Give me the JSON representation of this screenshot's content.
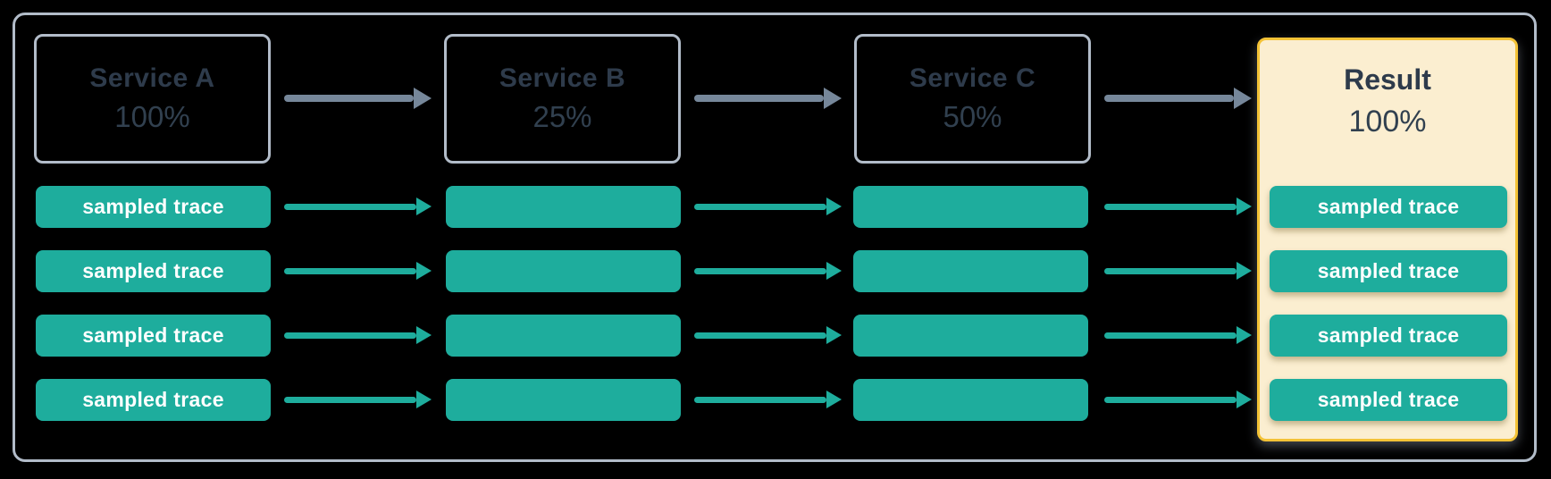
{
  "diagram": {
    "description": "Trace sampling pipeline across services",
    "colors": {
      "background": "#000000",
      "frame_border": "#b2bcc9",
      "service_border": "#b2bcc9",
      "text_dark": "#2e3b4b",
      "trace_teal": "#1ead9d",
      "trace_text": "#ffffff",
      "arrow_gray": "#76879a",
      "result_background": "#fbeed0",
      "result_border": "#f3c236"
    },
    "columns": [
      {
        "label": "Service A",
        "value": "100%",
        "traces": [
          "sampled trace",
          "sampled trace",
          "sampled trace",
          "sampled trace"
        ]
      },
      {
        "label": "Service B",
        "value": "25%",
        "traces": [
          "",
          "",
          "",
          ""
        ]
      },
      {
        "label": "Service C",
        "value": "50%",
        "traces": [
          "",
          "",
          "",
          ""
        ]
      },
      {
        "label": "Result",
        "value": "100%",
        "traces": [
          "sampled trace",
          "sampled trace",
          "sampled trace",
          "sampled trace"
        ]
      }
    ]
  }
}
